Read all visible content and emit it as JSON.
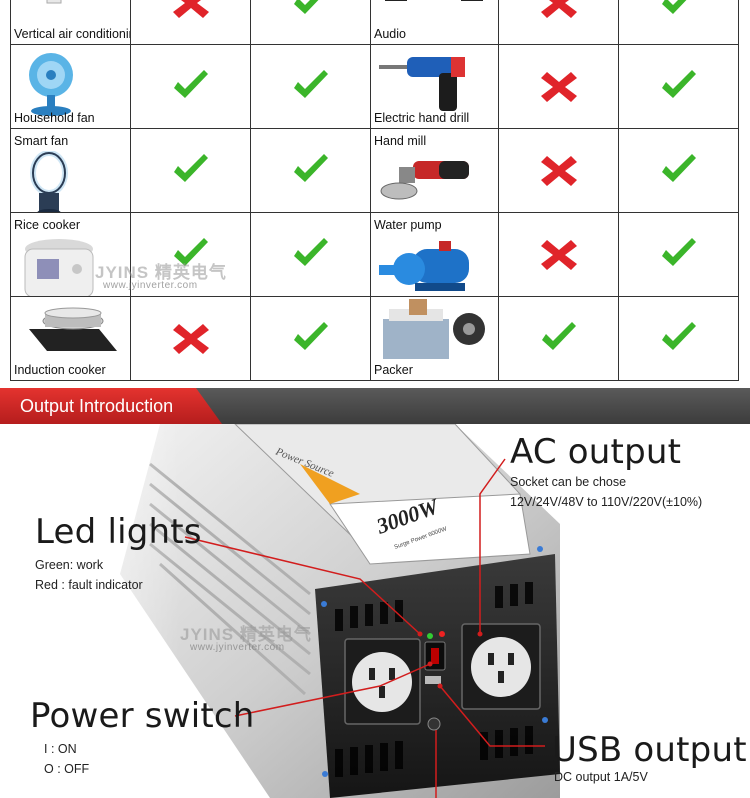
{
  "table": {
    "rows": [
      {
        "left": {
          "name": "Vertical air conditioning",
          "icon": "air-conditioner-icon",
          "label_pos": "bottom",
          "col1": "cross",
          "col2": "check"
        },
        "right": {
          "name": "Audio",
          "icon": "audio-speaker-icon",
          "label_pos": "bottom",
          "col1": "cross",
          "col2": "check"
        }
      },
      {
        "left": {
          "name": "Household fan",
          "icon": "desk-fan-icon",
          "label_pos": "bottom",
          "col1": "check",
          "col2": "check"
        },
        "right": {
          "name": "Electric hand drill",
          "icon": "hand-drill-icon",
          "label_pos": "bottom",
          "col1": "cross",
          "col2": "check"
        }
      },
      {
        "left": {
          "name": "Smart fan",
          "icon": "bladeless-fan-icon",
          "label_pos": "top",
          "col1": "check",
          "col2": "check"
        },
        "right": {
          "name": "Hand mill",
          "icon": "angle-grinder-icon",
          "label_pos": "top",
          "col1": "cross",
          "col2": "check"
        }
      },
      {
        "left": {
          "name": "Rice cooker",
          "icon": "rice-cooker-icon",
          "label_pos": "top",
          "col1": "check",
          "col2": "check"
        },
        "right": {
          "name": "Water pump",
          "icon": "water-pump-icon",
          "label_pos": "top",
          "col1": "cross",
          "col2": "check"
        }
      },
      {
        "left": {
          "name": "Induction cooker",
          "icon": "induction-cooker-icon",
          "label_pos": "bottom",
          "col1": "cross",
          "col2": "check"
        },
        "right": {
          "name": "Packer",
          "icon": "packing-machine-icon",
          "label_pos": "bottom",
          "col1": "check",
          "col2": "check"
        }
      }
    ]
  },
  "watermark": {
    "brand": "JYINS 精英电气",
    "url": "www.jyinverter.com"
  },
  "banner": {
    "title": "Output Introduction"
  },
  "product": {
    "icon": "power-inverter-icon",
    "device_text": {
      "model": "3000W",
      "brand_line": "Power Source",
      "sub_line": "Surge Power 6000W"
    },
    "ac_output": {
      "title": "AC output",
      "line1": "Socket can be chose",
      "line2": "12V/24V/48V to 110V/220V(±10%)"
    },
    "led_lights": {
      "title": "Led lights",
      "line1": "Green: work",
      "line2": "Red : fault indicator"
    },
    "power_switch": {
      "title": "Power switch",
      "line1": "I : ON",
      "line2": "O : OFF"
    },
    "usb_output": {
      "title": "USB output",
      "line1": "DC output 1A/5V"
    }
  },
  "colors": {
    "check": "#3bb52a",
    "cross": "#e0242a",
    "banner_red": "#d42a27",
    "callout": "#d21d1d"
  }
}
